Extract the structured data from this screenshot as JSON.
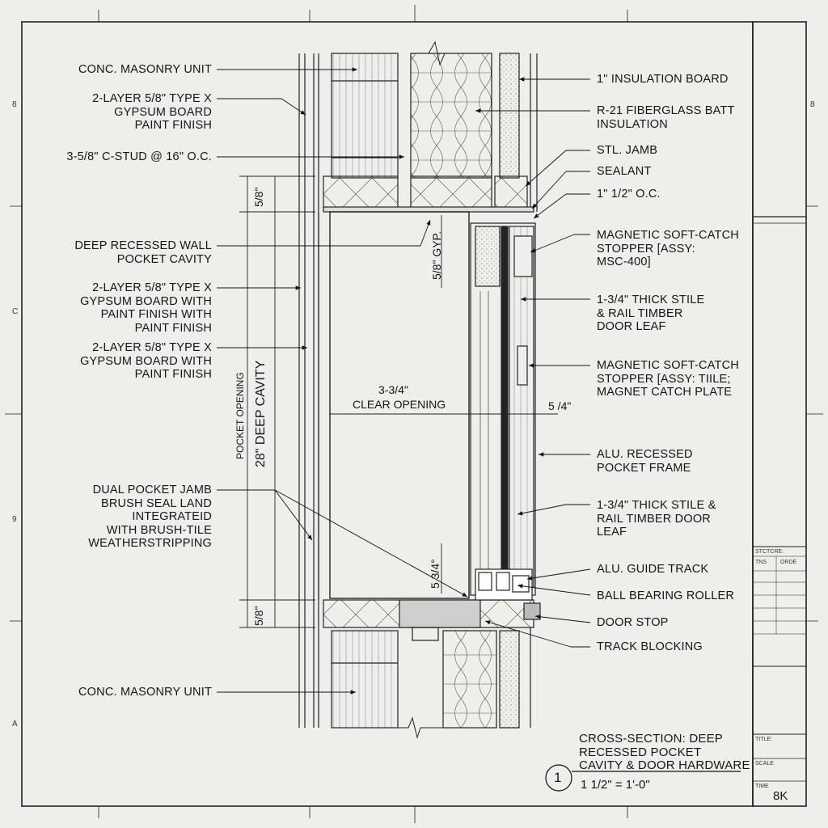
{
  "labels_left": {
    "cmu_top": "CONC. MASONRY UNIT",
    "gyp_top": "2-LAYER 5/8\" TYPE X\nGYPSUM BOARD\nPAINT FINISH",
    "stud": "3-5/8\" C-STUD @ 16\" O.C.",
    "cavity": "DEEP RECESSED WALL\nPOCKET CAVITY",
    "gyp_mid": "2-LAYER 5/8\" TYPE X\nGYPSUM BOARD WITH\nPAINT FINISH WITH\nPAINT FINISH",
    "gyp_low": "2-LAYER 5/8\" TYPE X\nGYPSUM BOARD WITH\nPAINT FINISH",
    "jamb": "DUAL POCKET JAMB\nBRUSH SEAL LAND\nINTEGRATEID\nWITH BRUSH-TILE\nWEATHERSTRIPPING",
    "cmu_bottom": "CONC. MASONRY UNIT"
  },
  "labels_right": {
    "insul_board": "1\" INSULATION BOARD",
    "batt": "R-21 FIBERGLASS BATT\nINSULATION",
    "jamb": "STL. JAMB",
    "sealant": "SEALANT",
    "oc": "1\" 1/2\" O.C.",
    "stopper1": "MAGNETIC SOFT-CATCH\nSTOPPER [ASSY:\nMSC-400]",
    "leaf1": "1-3/4\" THICK STILE\n& RAIL TIMBER\nDOOR LEAF",
    "stopper2": "MAGNETIC SOFT-CATCH\nSTOPPER [ASSY: TIILE;\nMAGNET CATCH PLATE",
    "frame": "ALU. RECESSED\nPOCKET FRAME",
    "leaf2": "1-3/4\" THICK STILE &\nRAIL TIMBER DOOR\nLEAF",
    "guide": "ALU. GUIDE TRACK",
    "roller": "BALL BEARING ROLLER",
    "stop": "DOOR STOP",
    "blocking": "TRACK BLOCKING"
  },
  "dimensions": {
    "top_58": "5/8\"",
    "bottom_58": "5/8\"",
    "pocket_opening": "POCKET OPENING",
    "deep_cavity": "28\" DEEP CAVITY",
    "gyp_58": "5/8\" GYP.",
    "clear_value": "3-3/4\"",
    "clear_label": "CLEAR OPENING",
    "side_54": "5 /4\"",
    "small_534": "5 3/4°"
  },
  "grid_refs": {
    "b1": "8",
    "c": "C",
    "n9": "9",
    "a": "A",
    "b2": "8"
  },
  "title_block": {
    "structure": "STCTCRE:",
    "tns": "TNS",
    "orde": "ORDE",
    "title_lbl": "TITLE:",
    "scale_lbl": "SCALE",
    "date_lbl": "TIME",
    "sheet": "8K"
  },
  "detail": {
    "number": "1",
    "title": "CROSS-SECTION: DEEP\nRECESSED POCKET\nCAVITY & DOOR HARDWARE",
    "scale": "1 1/2\" = 1'-0\""
  }
}
